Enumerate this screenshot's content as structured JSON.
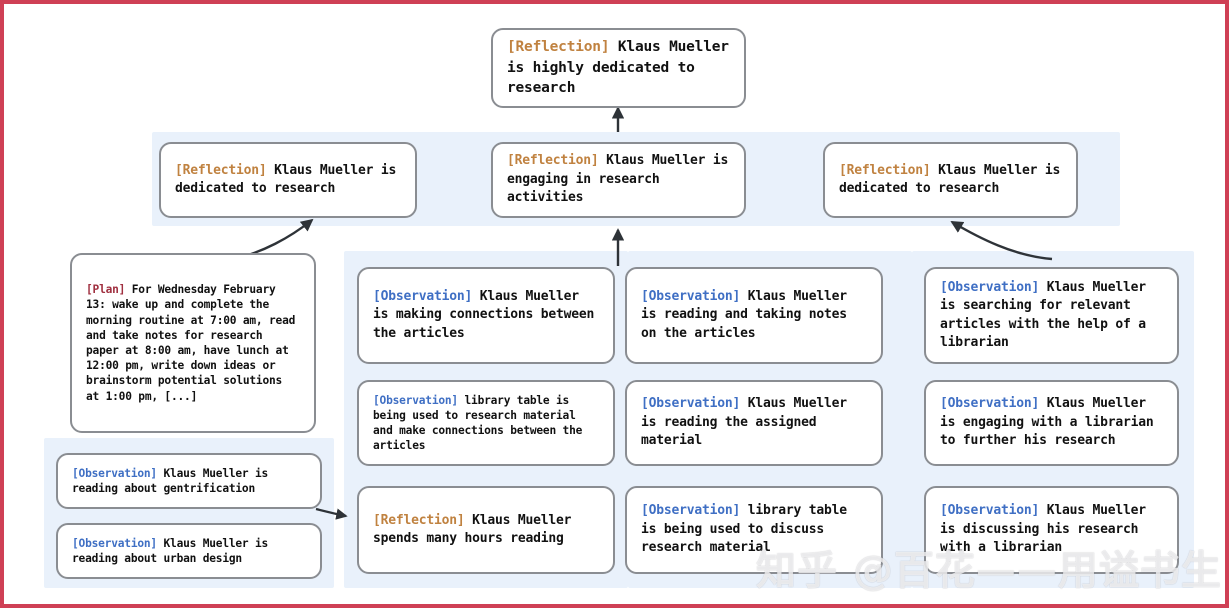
{
  "figure": {
    "type": "reflection-tree-diagram",
    "border_color": "#cf4055",
    "band_color": "#e9f1fb",
    "node_border_color": "#8a8d92",
    "tag_colors": {
      "reflection": "#c08240",
      "observation": "#3f6fc4",
      "plan": "#a03040"
    }
  },
  "watermark": {
    "text": "知乎 @百花——用谥书生"
  },
  "nodes": {
    "root": {
      "tag": "[Reflection]",
      "text": "Klaus Mueller is highly dedicated to research"
    },
    "mid_left": {
      "tag": "[Reflection]",
      "text": "Klaus Mueller is dedicated to research"
    },
    "mid_center": {
      "tag": "[Reflection]",
      "text": "Klaus Mueller is engaging in research activities"
    },
    "mid_right": {
      "tag": "[Reflection]",
      "text": "Klaus Mueller is dedicated to research"
    },
    "plan": {
      "tag": "[Plan]",
      "text": "For Wednesday February 13: wake up and complete the morning routine at 7:00 am, read and take notes for research paper at 8:00 am, have lunch at 12:00 pm, write down ideas or brainstorm potential solutions at 1:00 pm, [...]"
    },
    "left_obs_1": {
      "tag": "[Observation]",
      "text": "Klaus Mueller is reading about gentrification"
    },
    "left_obs_2": {
      "tag": "[Observation]",
      "text": "Klaus Mueller is reading about urban design"
    },
    "col1_1": {
      "tag": "[Observation]",
      "text": "Klaus Mueller is making connections between the articles"
    },
    "col1_2": {
      "tag": "[Observation]",
      "text": "library table is being used to research material and make connections between the articles"
    },
    "col1_3": {
      "tag": "[Reflection]",
      "text": "Klaus Mueller spends many hours reading"
    },
    "col2_1": {
      "tag": "[Observation]",
      "text": "Klaus Mueller is reading and taking notes on the articles"
    },
    "col2_2": {
      "tag": "[Observation]",
      "text": "Klaus Mueller is reading the assigned material"
    },
    "col2_3": {
      "tag": "[Observation]",
      "text": "library table is being used to discuss research material"
    },
    "col3_1": {
      "tag": "[Observation]",
      "text": "Klaus Mueller is searching for relevant articles with the help of a librarian"
    },
    "col3_2": {
      "tag": "[Observation]",
      "text": "Klaus Mueller is engaging with a librarian to further his research"
    },
    "col3_3": {
      "tag": "[Observation]",
      "text": "Klaus Mueller is discussing his research with a librarian"
    }
  }
}
